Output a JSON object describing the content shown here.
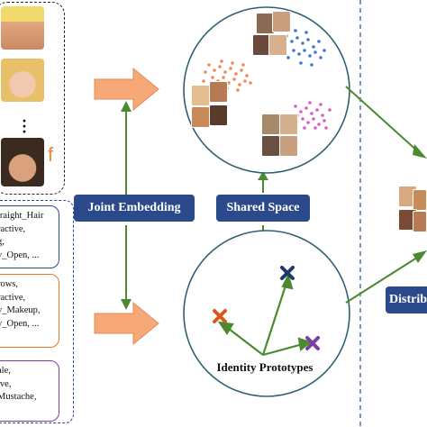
{
  "labels": {
    "joint_embedding": "Joint  Embedding",
    "shared_space": "Shared Space",
    "identity_prototypes": "Identity Prototypes",
    "distrib_partial": "Distrib"
  },
  "attribute_groups": [
    {
      "color": "#2b4a8c",
      "lines": [
        "traight_Hair",
        "ractive,",
        "g,",
        "y_Open, ..."
      ]
    },
    {
      "color": "#e07a2a",
      "lines": [
        "rows,",
        "",
        "ractive,",
        "y_Makeup,",
        "y_Open, ..."
      ]
    },
    {
      "color": "#7a3fa0",
      "lines": [
        "ale,",
        "ive,",
        "Mustache,"
      ]
    }
  ],
  "colors": {
    "arrow_orange": "#f6a977",
    "arrow_green": "#4b8a2e",
    "button_blue": "#2b4a8c",
    "cluster_orange": "#f08a5d",
    "cluster_blue": "#3a7bd5",
    "cluster_magenta": "#d660c8",
    "prototype_navy": "#1f3a6e",
    "prototype_orange": "#d65a1a",
    "prototype_purple": "#7a3fa0"
  },
  "icons": [
    "face-photo",
    "ellipsis-dots",
    "cross-marker"
  ]
}
